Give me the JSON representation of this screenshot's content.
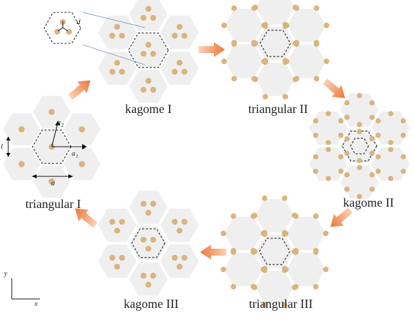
{
  "labels": {
    "kagome_1": "kagome I",
    "triangular_2": "triangular II",
    "kagome_2": "kagome II",
    "triangular_3": "triangular III",
    "kagome_3": "kagome III",
    "triangular_1": "triangular I"
  },
  "symbols": {
    "d": "d",
    "l": "l",
    "a": "a",
    "a1": "a",
    "a1_sub": "1",
    "a2": "a",
    "a2_sub": "2",
    "axis_x": "x",
    "axis_y": "y"
  },
  "colors": {
    "hex_fill": "#efefef",
    "dot": "#d9b47e",
    "arrow_light": "#f9c3a0",
    "arrow_dark": "#ec7636"
  },
  "cycle_order": [
    "triangular I",
    "kagome I",
    "triangular II",
    "kagome II",
    "triangular III",
    "kagome III"
  ]
}
